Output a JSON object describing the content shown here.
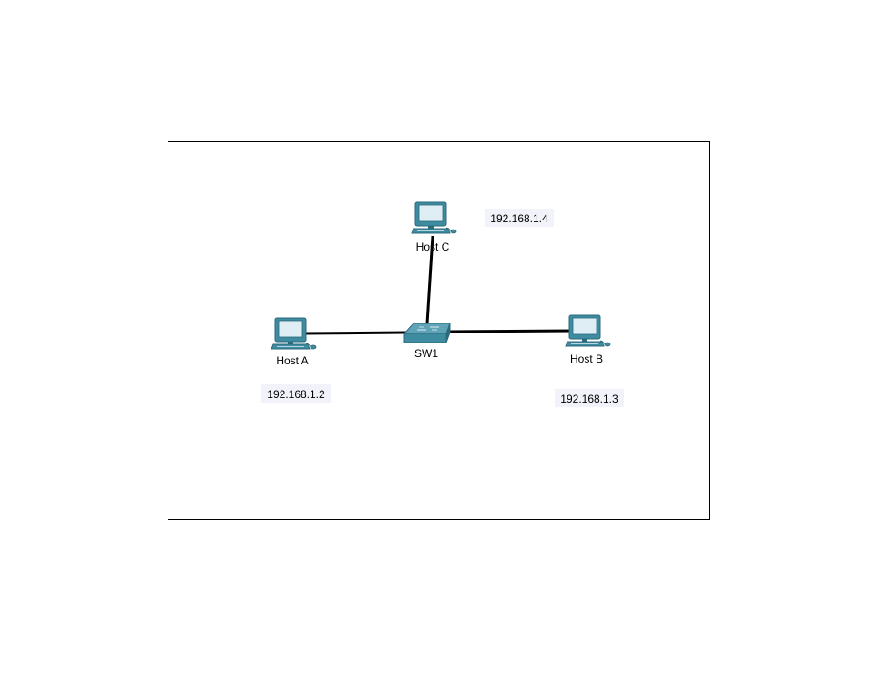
{
  "devices": {
    "host_a": {
      "label": "Host A",
      "ip": "192.168.1.2"
    },
    "host_b": {
      "label": "Host B",
      "ip": "192.168.1.3"
    },
    "host_c": {
      "label": "Host C",
      "ip": "192.168.1.4"
    },
    "switch": {
      "label": "SW1"
    }
  },
  "links": [
    {
      "from": "Host A",
      "to": "SW1"
    },
    {
      "from": "Host B",
      "to": "SW1"
    },
    {
      "from": "Host C",
      "to": "SW1"
    }
  ],
  "colors": {
    "device_body": "#3f8ca0",
    "device_dark": "#2b6a7c",
    "screen": "#dfeef4",
    "link": "#000000",
    "ip_label_bg": "#f2f2fa"
  }
}
